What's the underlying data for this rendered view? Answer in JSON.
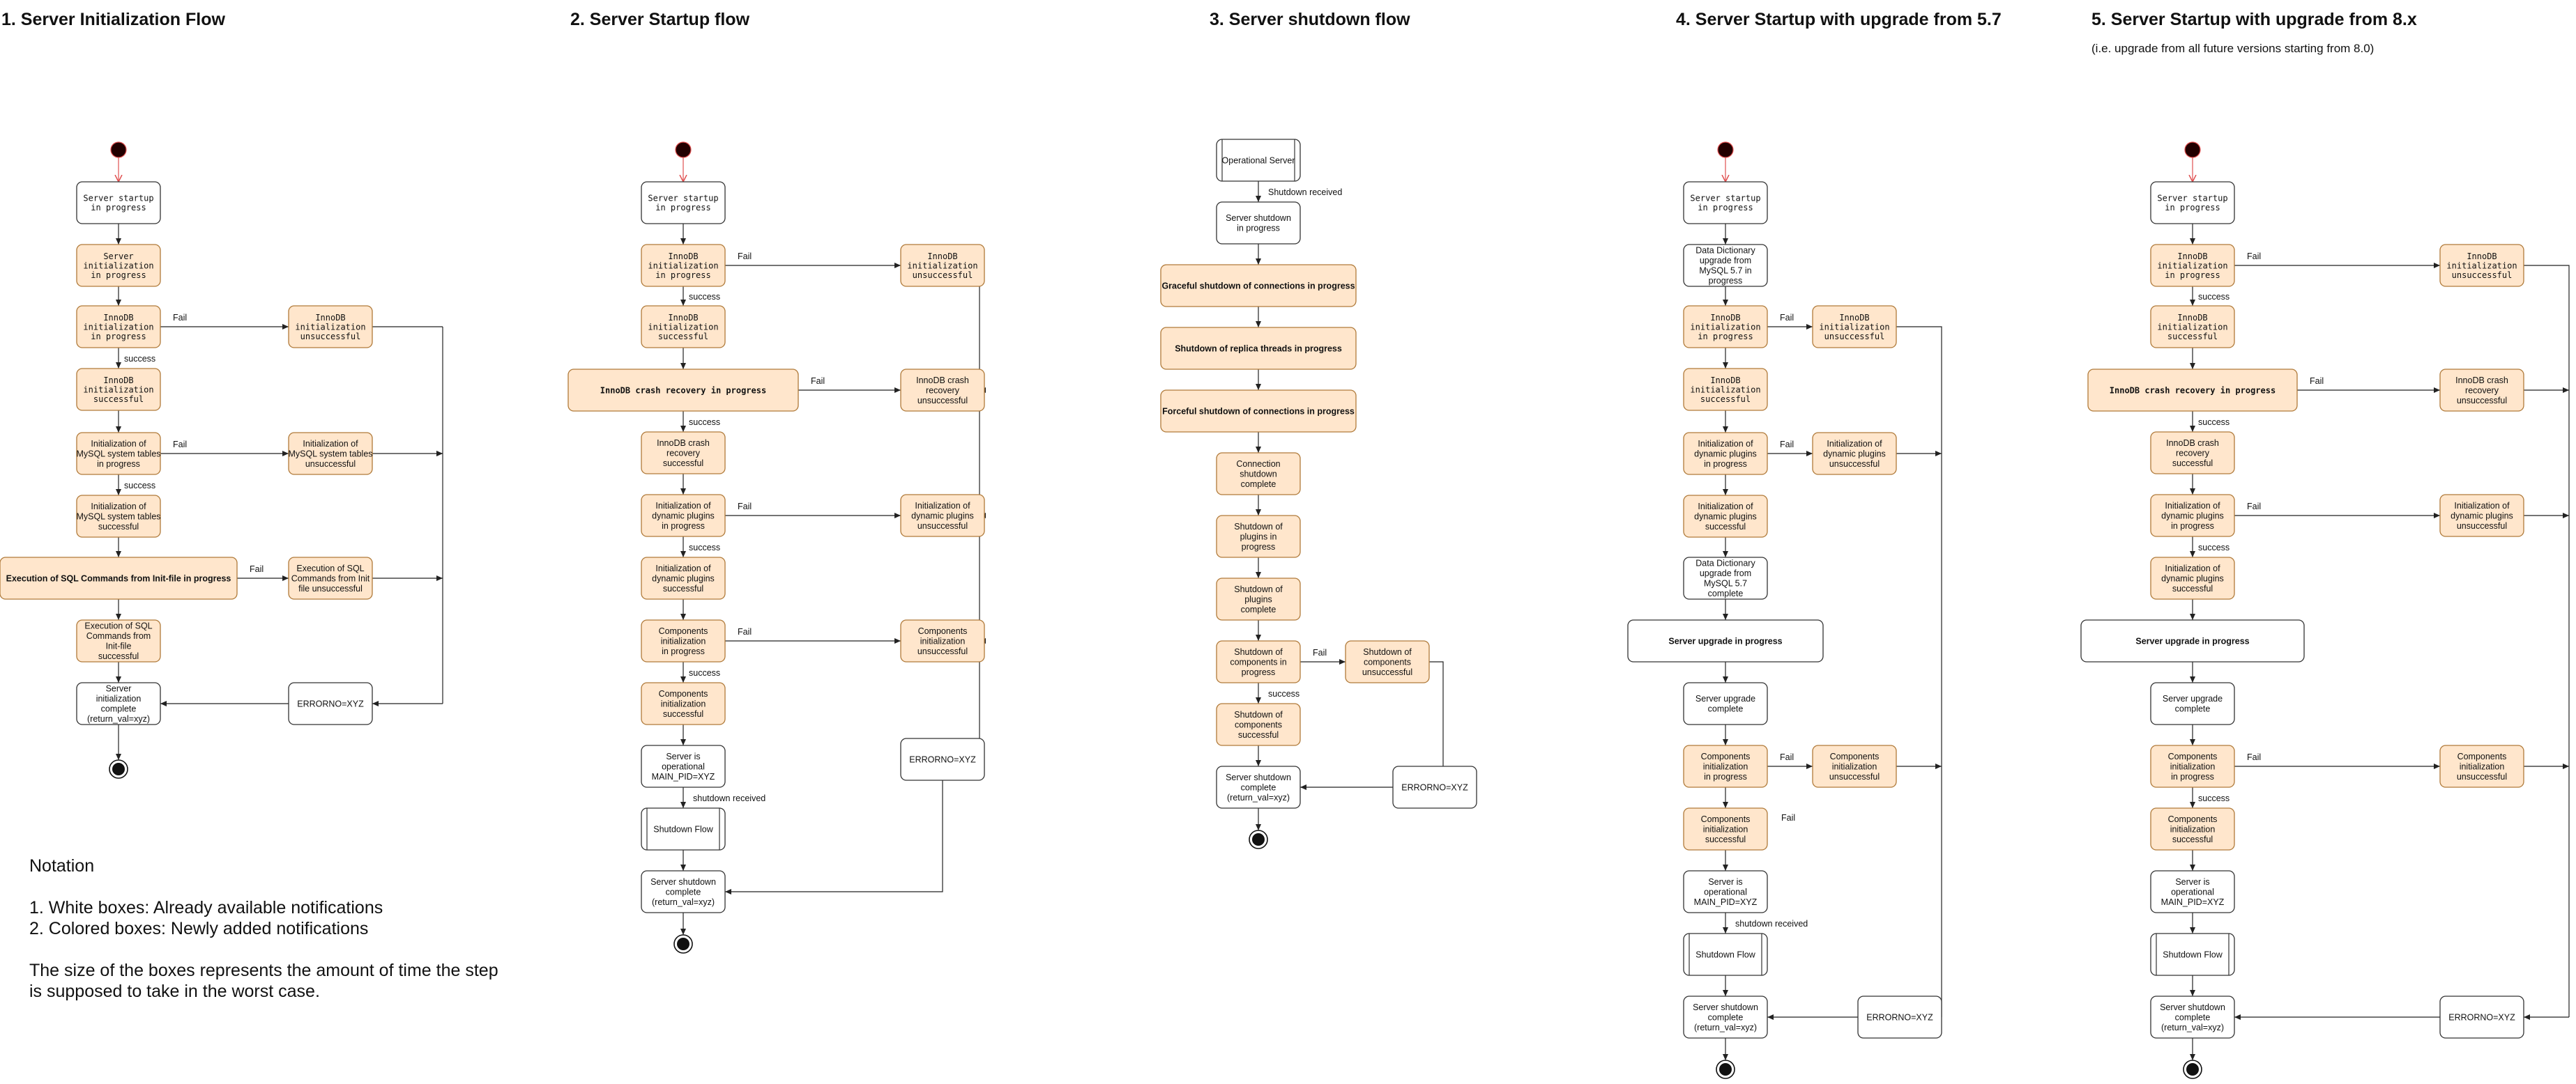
{
  "titles": {
    "t1": "1. Server Initialization Flow",
    "t2": "2. Server Startup flow",
    "t3": "3. Server shutdown flow",
    "t4": "4. Server Startup with upgrade from 5.7",
    "t5": "5. Server Startup with upgrade from 8.x",
    "t5_sub": "(i.e. upgrade from all future versions starting from 8.0)"
  },
  "notation": {
    "heading": "Notation",
    "line1": "1. White boxes: Already available notifications",
    "line2": "2. Colored boxes: Newly added notifications",
    "line3": "The size of the boxes represents the amount of time the step",
    "line4": "is supposed to take in the worst case."
  },
  "colors": {
    "colored_fill": "#FFE6CC",
    "colored_stroke": "#B07A3A",
    "white_fill": "#FFFFFF",
    "stroke": "#333333",
    "start_fill": "#220000",
    "start_arrow": "#E05050"
  },
  "labels": {
    "fail": "Fail",
    "success": "success",
    "shutdown_received": "shutdown received",
    "shutdown_received_cap": "Shutdown received"
  },
  "t": {
    "startup_in_progress": "Server startup in progress",
    "server_init_in_progress": "Server initialization in progress",
    "innodb_init_in_progress": "InnoDB initialization in progress",
    "innodb_init_unsuccessful": "InnoDB initialization unsuccessful",
    "innodb_init_successful": "InnoDB initialization successful",
    "mysql_tables_in_progress": "Initialization of MySQL system tables in progress",
    "mysql_tables_unsuccessful": "Initialization of MySQL system tables unsuccessful",
    "mysql_tables_successful": "Initialization of MySQL system tables successful",
    "sql_initfile_in_progress": "Execution of SQL Commands from Init-file in progress",
    "sql_initfile_unsuccessful": "Execution of SQL Commands from Init file unsuccessful",
    "sql_initfile_successful": "Execution of SQL Commands from Init-file successful",
    "init_complete": "Server initialization complete (return_val=xyz)",
    "errorno": "ERRORNO=XYZ",
    "crash_recovery_in_progress": "InnoDB crash recovery in progress",
    "crash_recovery_unsuccessful": "InnoDB crash recovery unsuccessful",
    "crash_recovery_successful": "InnoDB crash recovery successful",
    "plugins_in_progress": "Initialization of dynamic plugins in progress",
    "plugins_unsuccessful": "Initialization of dynamic plugins unsuccessful",
    "plugins_successful": "Initialization of dynamic plugins successful",
    "components_in_progress": "Components initialization in progress",
    "components_unsuccessful": "Components initialization unsuccessful",
    "components_successful": "Components initialization successful",
    "operational": "Server is operational MAIN_PID=XYZ",
    "shutdown_flow": "Shutdown Flow",
    "shutdown_complete": "Server shutdown complete (return_val=xyz)",
    "operational_server": "Operational Server",
    "shutdown_in_progress": "Server shutdown in progress",
    "graceful_shutdown": "Graceful shutdown of connections in progress",
    "replica_shutdown": "Shutdown of replica threads in progress",
    "forceful_shutdown": "Forceful shutdown of connections in progress",
    "connection_shutdown_complete": "Connection shutdown complete",
    "plugins_shutdown_in_progress": "Shutdown of plugins in progress",
    "plugins_shutdown_complete": "Shutdown of plugins complete",
    "components_shutdown_in_progress": "Shutdown of components in progress",
    "components_shutdown_unsuccessful": "Shutdown of components unsuccessful",
    "components_shutdown_successful": "Shutdown of components successful",
    "dd_upgrade_in_progress": "Data Dictionary upgrade from MySQL 5.7 in progress",
    "dd_upgrade_complete": "Data Dictionary upgrade from MySQL 5.7 complete",
    "server_upgrade_in_progress": "Server upgrade in progress",
    "server_upgrade_complete": "Server upgrade complete"
  }
}
